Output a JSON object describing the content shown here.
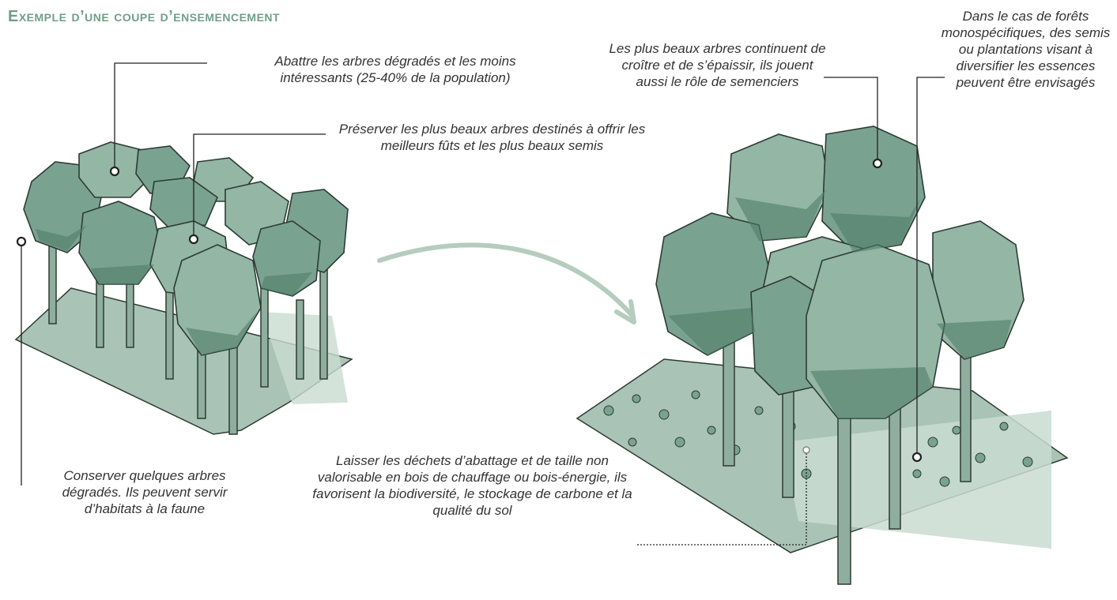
{
  "title": "Exemple d’une coupe d’ensemencement",
  "colors": {
    "title": "#6f9e8a",
    "ground": "#a9c4b6",
    "ground_light": "#c9dcd1",
    "crown": "#7aa291",
    "crown_light": "#93b6a5",
    "crown_shade": "#4f7d68",
    "trunk": "#8fae9f",
    "outline": "#2d3b34",
    "arrow": "#b5ccbf",
    "leader": "#222222"
  },
  "annotations": {
    "abattre": "Abattre les arbres dégradés et les moins intéressants (25-40% de la population)",
    "preserver": "Préserver les plus beaux arbres destinés à offrir les meilleurs fûts et les plus beaux semis",
    "conserver": "Conserver quelques arbres dégradés. Ils peuvent servir d’habitats à la faune",
    "beaux_arbres": "Les plus beaux arbres continuent de croître et de s’épaissir, ils jouent aussi le rôle de semenciers",
    "monospecifiques": "Dans le cas de forêts monospécifiques, des semis ou plantations visant à diversifier les essences peuvent être envisagés",
    "dechets": "Laisser les déchets d’abattage et de taille non valorisable en bois de chauffage ou bois-énergie, ils favorisent la biodiversité, le stockage de carbone et la qualité du sol"
  }
}
